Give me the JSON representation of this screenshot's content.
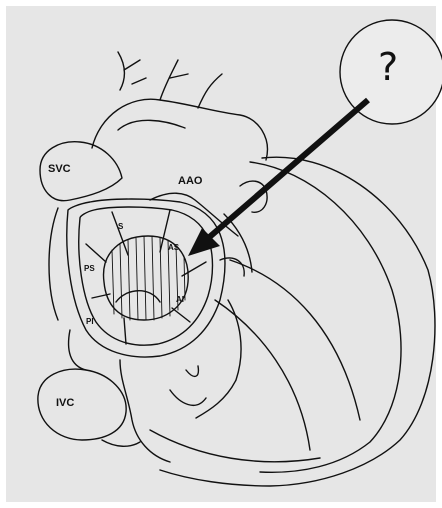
{
  "labels": {
    "svc": "SVC",
    "aao": "AAO",
    "s": "S",
    "as": "AS",
    "ps": "PS",
    "ai": "AI",
    "pi": "PI",
    "ivc": "IVC",
    "question": "?"
  },
  "colors": {
    "background": "#e6e6e6",
    "frame": "#ffffff",
    "line": "#111111",
    "circle_fill": "#ececec"
  }
}
